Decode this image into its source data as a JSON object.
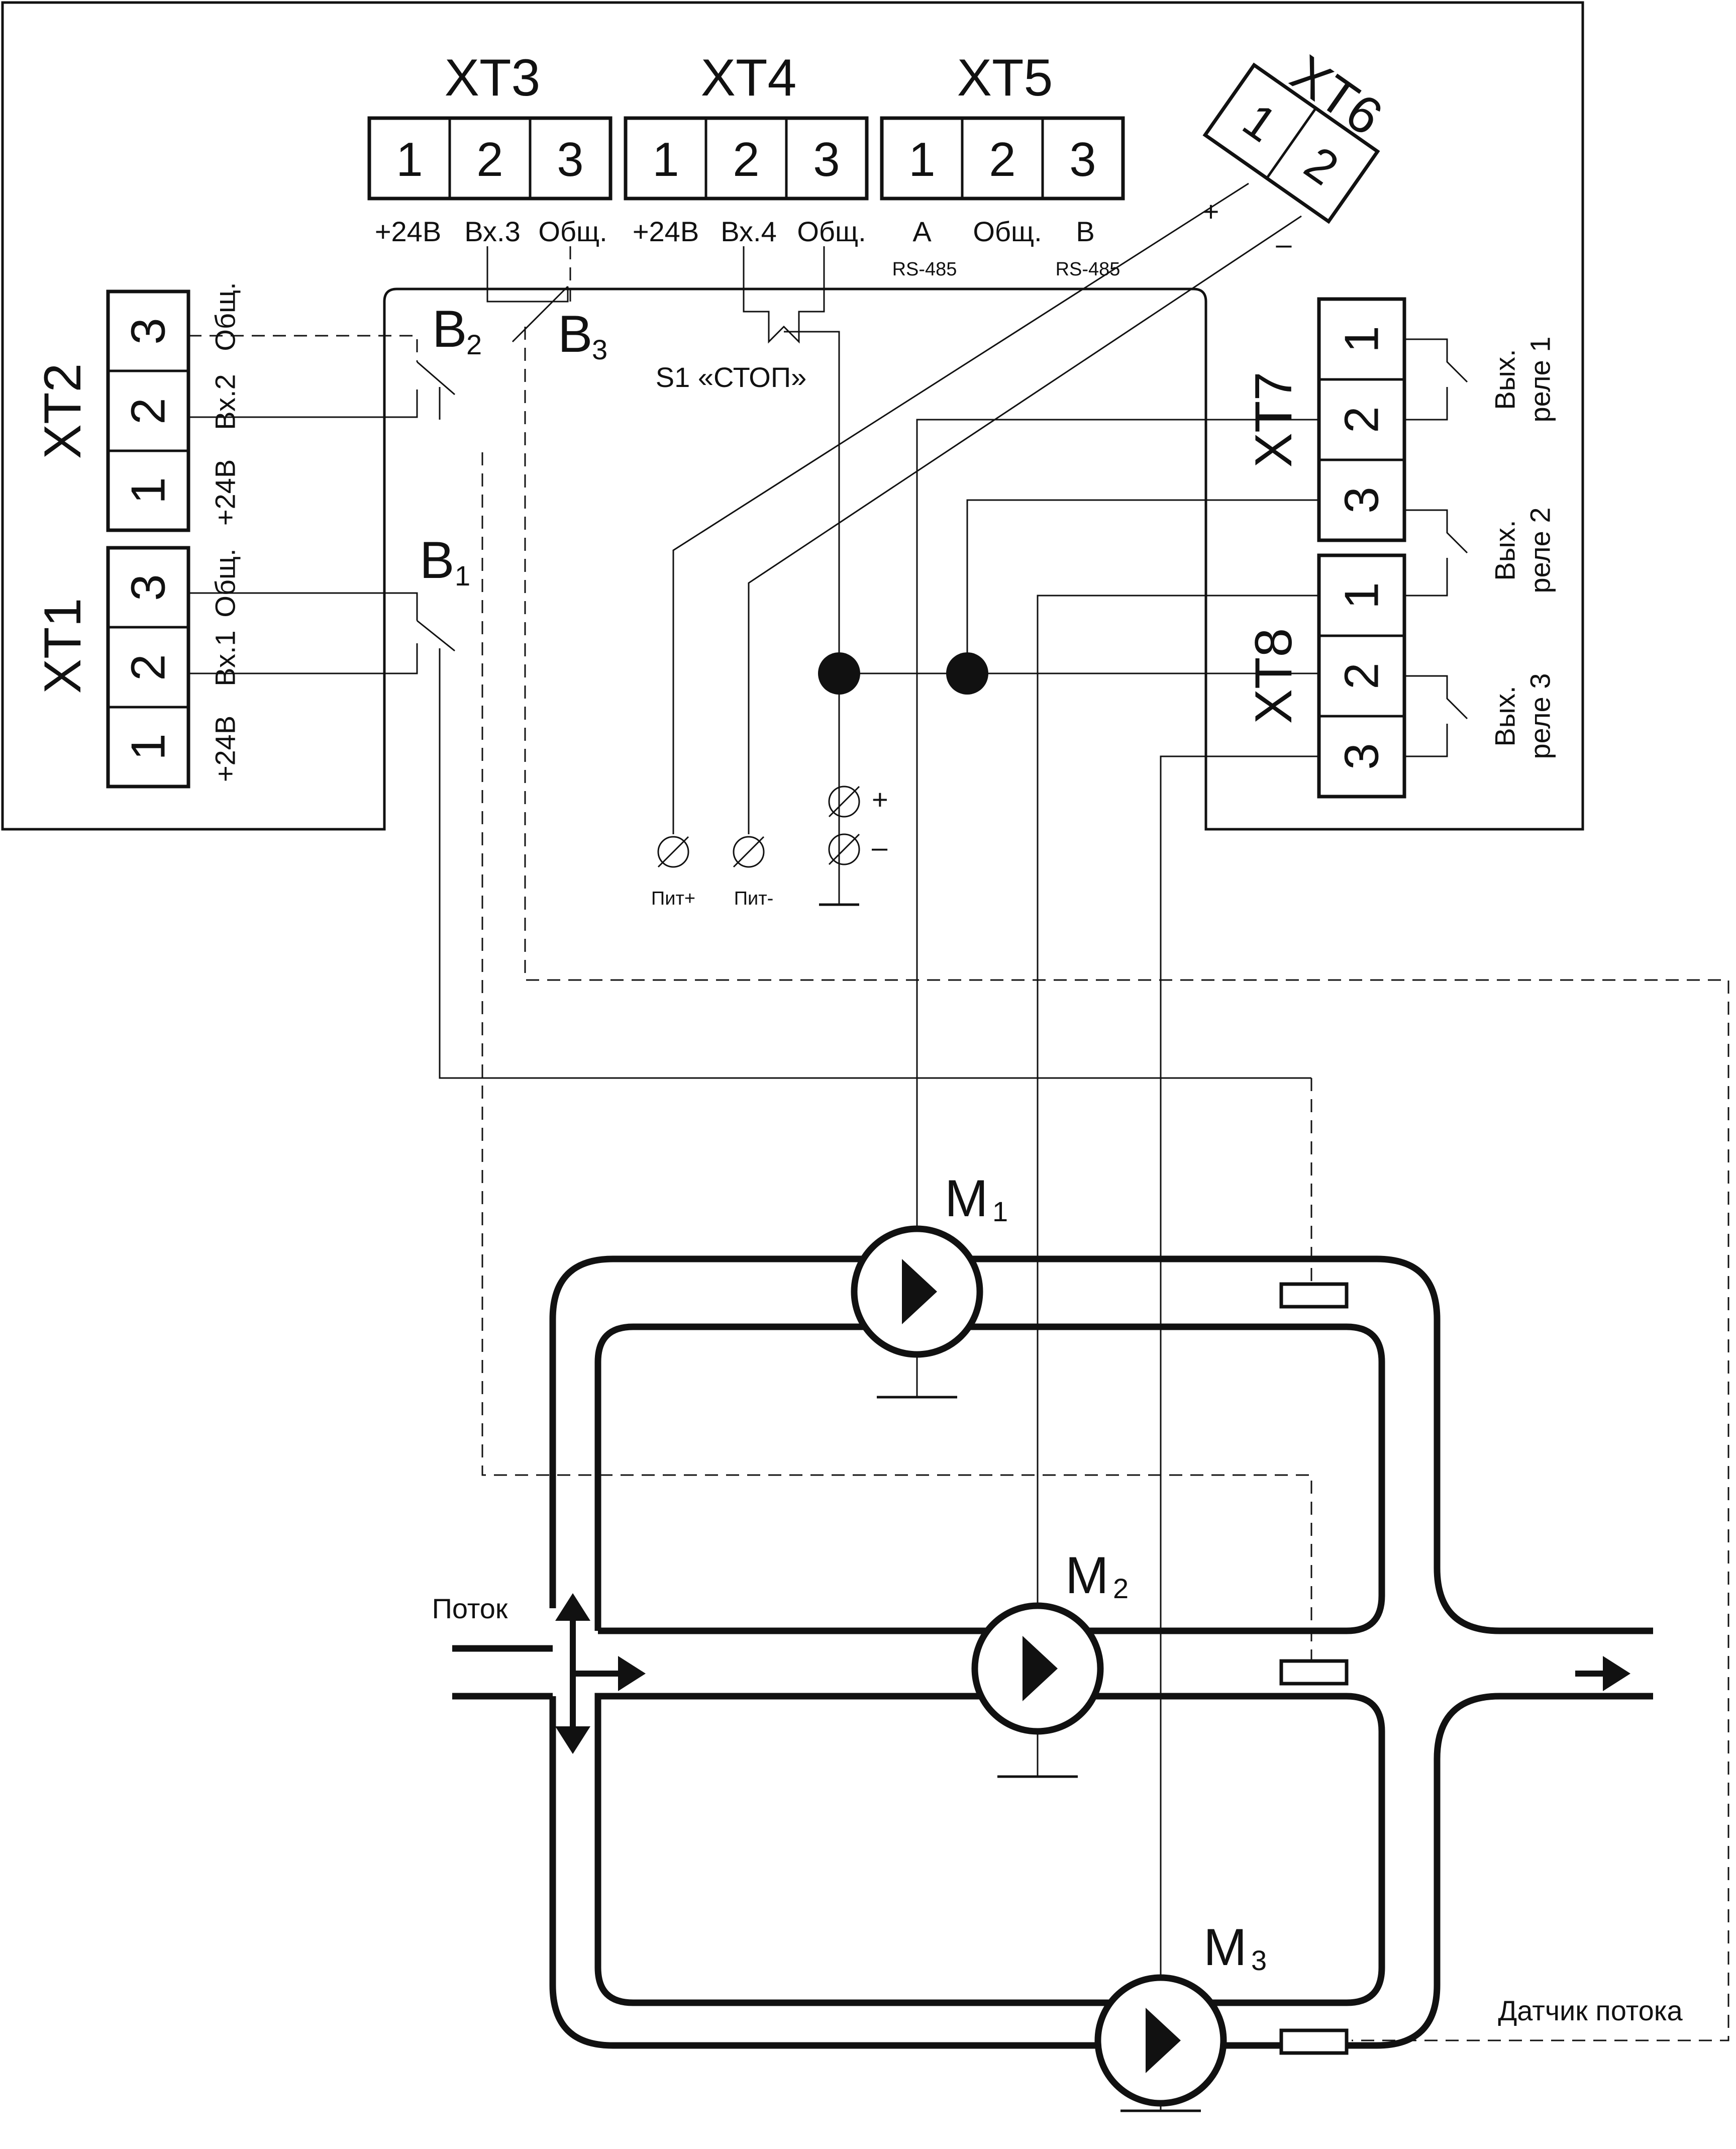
{
  "terminal_blocks": [
    {
      "id": "XT1",
      "label": "XT1",
      "pins": [
        "1",
        "2",
        "3"
      ],
      "signals": [
        "+24В",
        "Вх.1",
        "Общ."
      ]
    },
    {
      "id": "XT2",
      "label": "XT2",
      "pins": [
        "1",
        "2",
        "3"
      ],
      "signals": [
        "+24В",
        "Вх.2",
        "Общ."
      ]
    },
    {
      "id": "XT3",
      "label": "XT3",
      "pins": [
        "1",
        "2",
        "3"
      ],
      "signals": [
        "+24В",
        "Вх.3",
        "Общ."
      ]
    },
    {
      "id": "XT4",
      "label": "XT4",
      "pins": [
        "1",
        "2",
        "3"
      ],
      "signals": [
        "+24В",
        "Вх.4",
        "Общ."
      ]
    },
    {
      "id": "XT5",
      "label": "XT5",
      "pins": [
        "1",
        "2",
        "3"
      ],
      "signals": [
        "А",
        "Общ.",
        "В"
      ],
      "sublabels": [
        "RS-485",
        "RS-485"
      ]
    },
    {
      "id": "XT6",
      "label": "XT6",
      "pins": [
        "1",
        "2"
      ],
      "signals": [
        "+",
        "–"
      ]
    },
    {
      "id": "XT7",
      "label": "XT7",
      "pins": [
        "1",
        "2",
        "3"
      ]
    },
    {
      "id": "XT8",
      "label": "XT8",
      "pins": [
        "1",
        "2",
        "3"
      ]
    }
  ],
  "relay_outputs": [
    {
      "line1": "Вых.",
      "line2": "реле 1"
    },
    {
      "line1": "Вых.",
      "line2": "реле 2"
    },
    {
      "line1": "Вых.",
      "line2": "реле 3"
    }
  ],
  "switches": [
    {
      "letter": "В",
      "index": "1"
    },
    {
      "letter": "В",
      "index": "2"
    },
    {
      "letter": "В",
      "index": "3"
    }
  ],
  "stop_button": "S1 «СТОП»",
  "power": {
    "plus": "+",
    "minus": "–",
    "pit_plus": "Пит+",
    "pit_minus": "Пит-"
  },
  "pumps": [
    {
      "letter": "М",
      "index": "1"
    },
    {
      "letter": "М",
      "index": "2"
    },
    {
      "letter": "М",
      "index": "3"
    }
  ],
  "flow_label": "Поток",
  "flow_sensor_label": "Датчик потока"
}
